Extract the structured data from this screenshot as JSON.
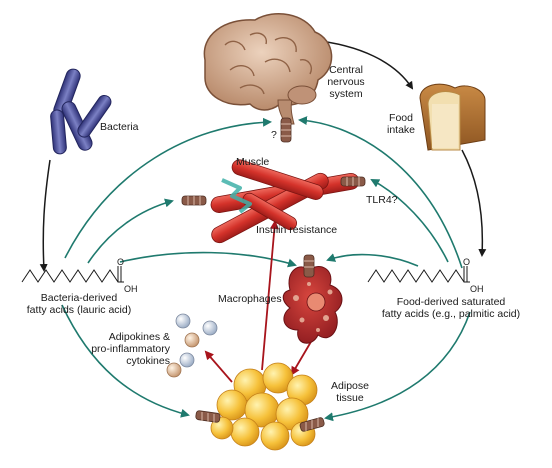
{
  "labels": {
    "cns": "Central\nnervous\nsystem",
    "food_intake": "Food\nintake",
    "bacteria": "Bacteria",
    "muscle": "Muscle",
    "tlr4": "TLR4?",
    "question": "?",
    "insulin_resistance": "Insulin resistance",
    "bacteria_fa": "Bacteria-derived\nfatty acids (lauric acid)",
    "food_fa": "Food-derived saturated\nfatty acids (e.g., palmitic acid)",
    "macrophages": "Macrophages",
    "adipokines": "Adipokines &\npro-inflammatory\ncytokines",
    "adipose": "Adipose\ntissue",
    "oh_left": "OH",
    "o_left": "O",
    "oh_right": "OH",
    "o_right": "O"
  },
  "colors": {
    "teal_arrow": "#1f7a6e",
    "red_arrow": "#a8141c",
    "black_arrow": "#1a1a1a",
    "brain": "#c9a488",
    "bacteria": "#4b4f9a",
    "muscle": "#d8352c",
    "macrophage": "#b8262a",
    "fat": "#f6c13a",
    "receptor": "#8a5a48"
  }
}
